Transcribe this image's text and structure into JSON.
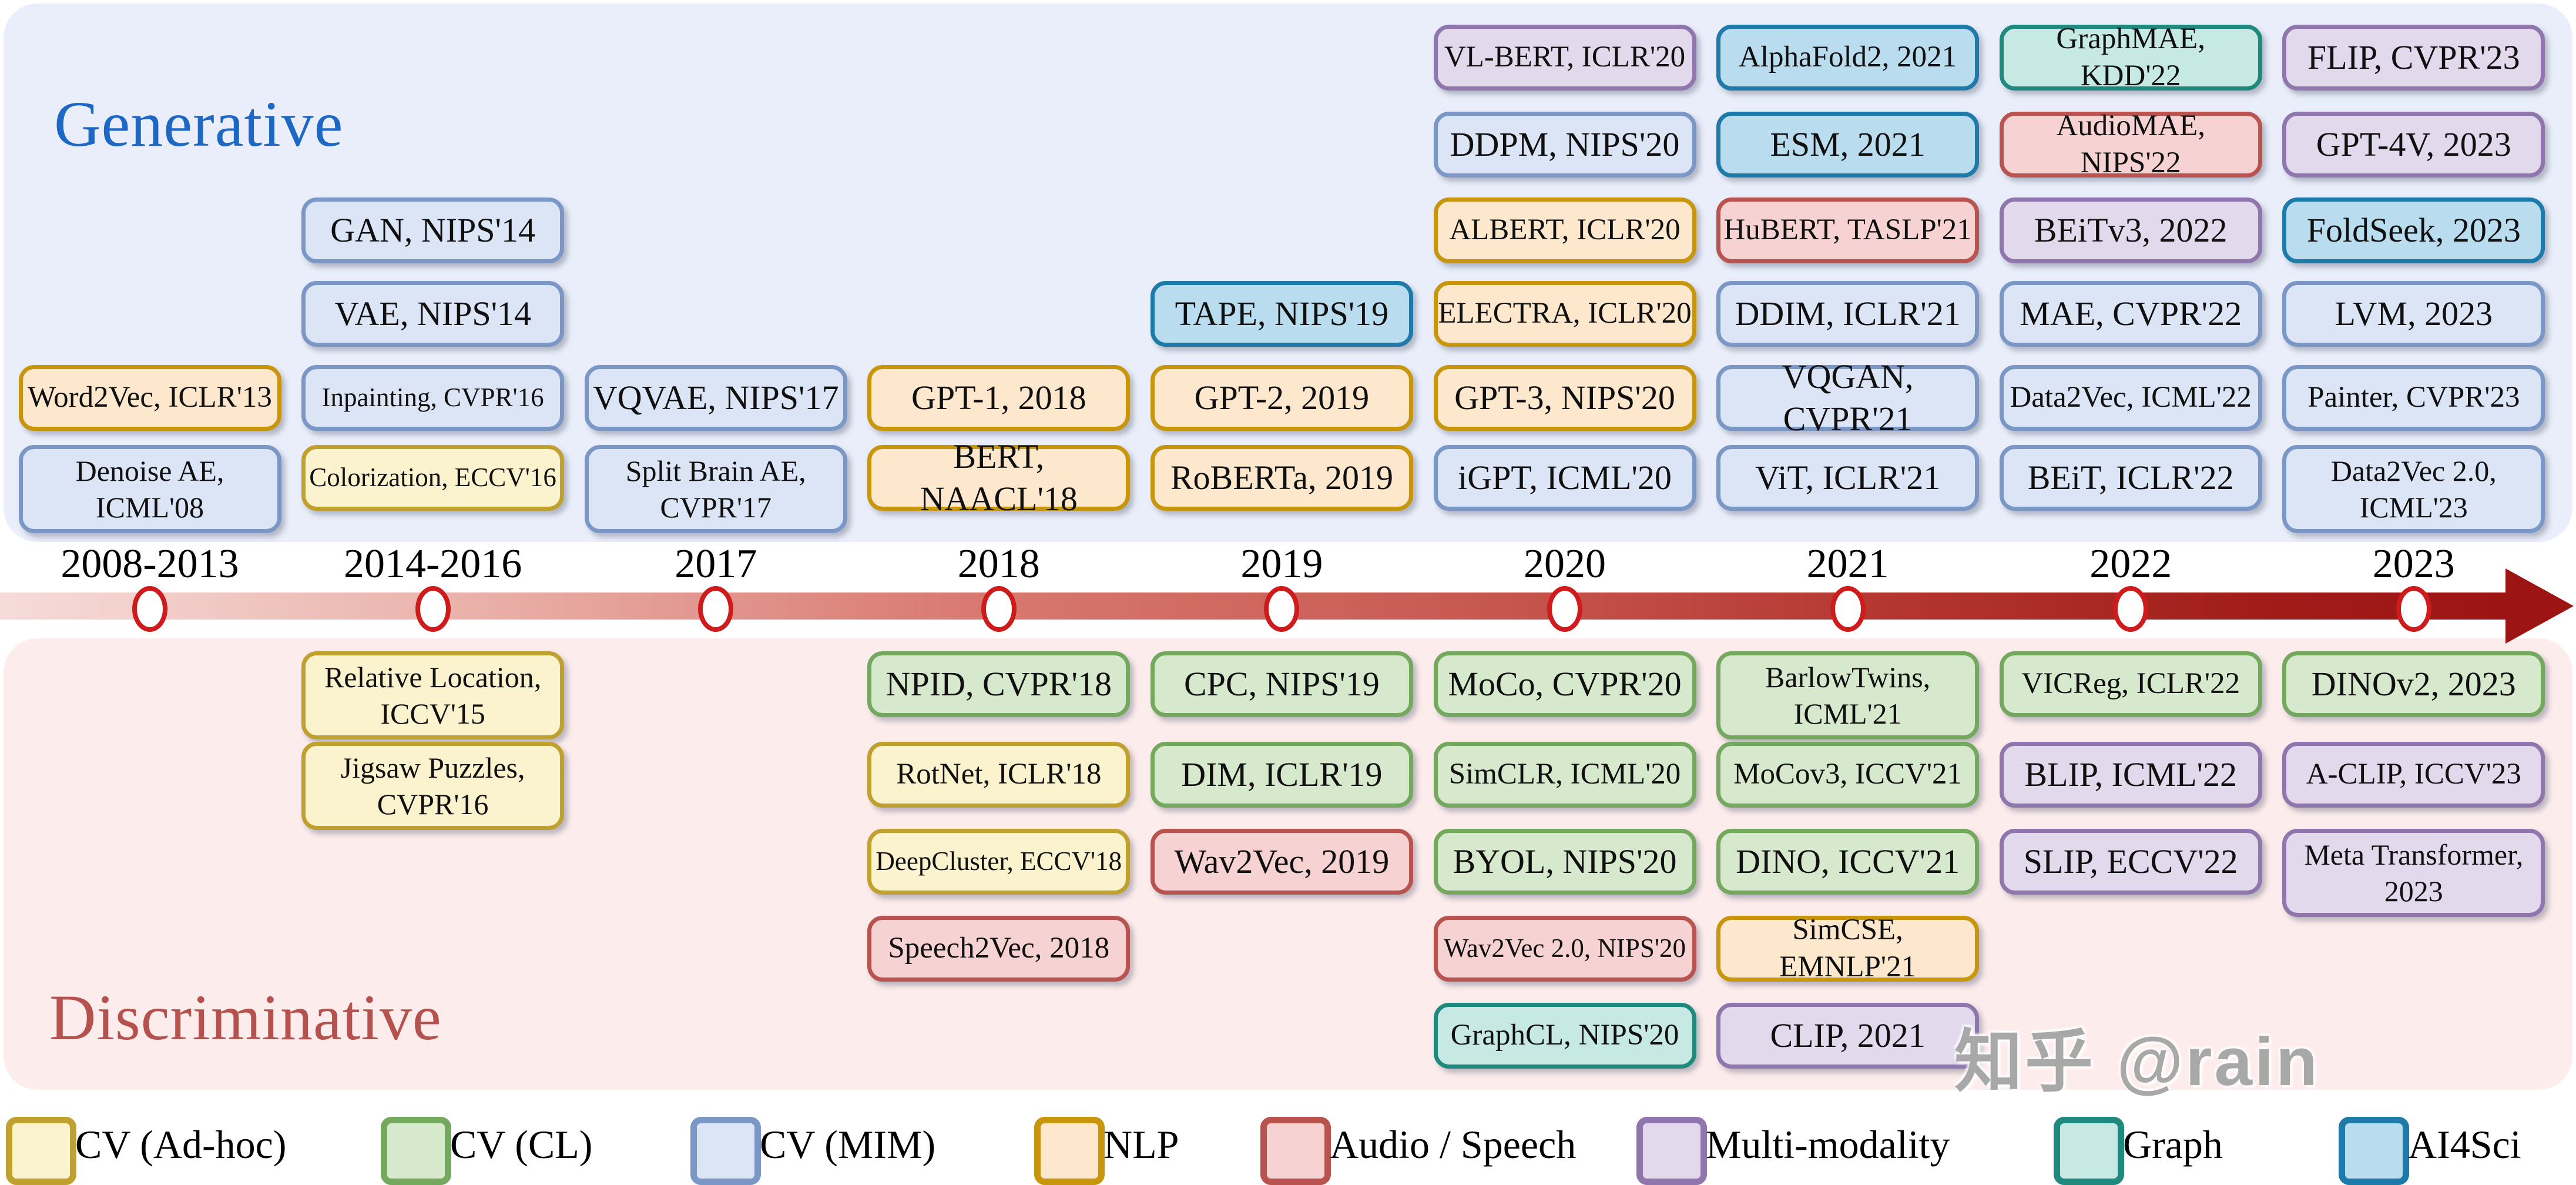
{
  "titles": {
    "generative": "Generative",
    "discriminative": "Discriminative"
  },
  "watermark": "知乎 @rain",
  "timeline": {
    "years": [
      "2008-2013",
      "2014-2016",
      "2017",
      "2018",
      "2019",
      "2020",
      "2021",
      "2022",
      "2023"
    ],
    "band_gradient_start": "#f6dcd9",
    "band_gradient_end": "#9d1414",
    "tick_border_color": "#ce1c1c"
  },
  "colors": {
    "panel_top_bg": "#e9eefa",
    "panel_bottom_bg": "#fdecec",
    "generative_title": "#1e68c5",
    "discriminative_title": "#b5524d"
  },
  "categories": {
    "cv_adhoc": {
      "label": "CV (Ad-hoc)",
      "fill": "#fbf2ce",
      "border": "#c0a130"
    },
    "cv_cl": {
      "label": "CV (CL)",
      "fill": "#d7e9cd",
      "border": "#74a85e"
    },
    "cv_mim": {
      "label": "CV (MIM)",
      "fill": "#dbe5f6",
      "border": "#7b97c6"
    },
    "nlp": {
      "label": "NLP",
      "fill": "#fde8cd",
      "border": "#c8960c"
    },
    "audio": {
      "label": "Audio / Speech",
      "fill": "#f6d3d2",
      "border": "#b9534f"
    },
    "multimodal": {
      "label": "Multi-modality",
      "fill": "#e3d9ec",
      "border": "#8f76ad"
    },
    "graph": {
      "label": "Graph",
      "fill": "#c6e9e3",
      "border": "#20897e"
    },
    "ai4sci": {
      "label": "AI4Sci",
      "fill": "#b9ddef",
      "border": "#1d7aa9"
    }
  },
  "legend_order": [
    "cv_adhoc",
    "cv_cl",
    "cv_mim",
    "nlp",
    "audio",
    "multimodal",
    "graph",
    "ai4sci"
  ],
  "boxes": {
    "top": [
      {
        "label": "Word2Vec, ICLR'13",
        "col": 0,
        "row": 4,
        "cat": "nlp"
      },
      {
        "lines": [
          "Denoise AE,",
          "ICML'08"
        ],
        "col": 0,
        "row": 5,
        "cat": "cv_mim",
        "tall": true
      },
      {
        "label": "GAN, NIPS'14",
        "col": 1,
        "row": 2,
        "cat": "cv_mim"
      },
      {
        "label": "VAE, NIPS'14",
        "col": 1,
        "row": 3,
        "cat": "cv_mim"
      },
      {
        "label": "Inpainting, CVPR'16",
        "col": 1,
        "row": 4,
        "cat": "cv_mim"
      },
      {
        "label": "Colorization, ECCV'16",
        "col": 1,
        "row": 5,
        "cat": "cv_adhoc"
      },
      {
        "label": "VQVAE, NIPS'17",
        "col": 2,
        "row": 4,
        "cat": "cv_mim"
      },
      {
        "lines": [
          "Split Brain AE,",
          "CVPR'17"
        ],
        "col": 2,
        "row": 5,
        "cat": "cv_mim",
        "tall": true
      },
      {
        "label": "GPT-1, 2018",
        "col": 3,
        "row": 4,
        "cat": "nlp"
      },
      {
        "label": "BERT, NAACL'18",
        "col": 3,
        "row": 5,
        "cat": "nlp"
      },
      {
        "label": "TAPE, NIPS'19",
        "col": 4,
        "row": 3,
        "cat": "ai4sci"
      },
      {
        "label": "GPT-2, 2019",
        "col": 4,
        "row": 4,
        "cat": "nlp"
      },
      {
        "label": "RoBERTa, 2019",
        "col": 4,
        "row": 5,
        "cat": "nlp"
      },
      {
        "label": "VL-BERT, ICLR'20",
        "col": 5,
        "row": 0,
        "cat": "multimodal"
      },
      {
        "label": "DDPM, NIPS'20",
        "col": 5,
        "row": 1,
        "cat": "cv_mim"
      },
      {
        "label": "ALBERT, ICLR'20",
        "col": 5,
        "row": 2,
        "cat": "nlp"
      },
      {
        "label": "ELECTRA, ICLR'20",
        "col": 5,
        "row": 3,
        "cat": "nlp"
      },
      {
        "label": "GPT-3, NIPS'20",
        "col": 5,
        "row": 4,
        "cat": "nlp"
      },
      {
        "label": "iGPT, ICML'20",
        "col": 5,
        "row": 5,
        "cat": "cv_mim"
      },
      {
        "label": "AlphaFold2, 2021",
        "col": 6,
        "row": 0,
        "cat": "ai4sci"
      },
      {
        "label": "ESM, 2021",
        "col": 6,
        "row": 1,
        "cat": "ai4sci"
      },
      {
        "label": "HuBERT, TASLP'21",
        "col": 6,
        "row": 2,
        "cat": "audio"
      },
      {
        "label": "DDIM, ICLR'21",
        "col": 6,
        "row": 3,
        "cat": "cv_mim"
      },
      {
        "label": "VQGAN, CVPR'21",
        "col": 6,
        "row": 4,
        "cat": "cv_mim"
      },
      {
        "label": "ViT, ICLR'21",
        "col": 6,
        "row": 5,
        "cat": "cv_mim"
      },
      {
        "label": "GraphMAE, KDD'22",
        "col": 7,
        "row": 0,
        "cat": "graph"
      },
      {
        "label": "AudioMAE, NIPS'22",
        "col": 7,
        "row": 1,
        "cat": "audio"
      },
      {
        "label": "BEiTv3, 2022",
        "col": 7,
        "row": 2,
        "cat": "multimodal"
      },
      {
        "label": "MAE, CVPR'22",
        "col": 7,
        "row": 3,
        "cat": "cv_mim"
      },
      {
        "label": "Data2Vec, ICML'22",
        "col": 7,
        "row": 4,
        "cat": "cv_mim"
      },
      {
        "label": "BEiT, ICLR'22",
        "col": 7,
        "row": 5,
        "cat": "cv_mim"
      },
      {
        "label": "FLIP, CVPR'23",
        "col": 8,
        "row": 0,
        "cat": "multimodal"
      },
      {
        "label": "GPT-4V, 2023",
        "col": 8,
        "row": 1,
        "cat": "multimodal"
      },
      {
        "label": "FoldSeek, 2023",
        "col": 8,
        "row": 2,
        "cat": "ai4sci"
      },
      {
        "label": "LVM, 2023",
        "col": 8,
        "row": 3,
        "cat": "cv_mim"
      },
      {
        "label": "Painter, CVPR'23",
        "col": 8,
        "row": 4,
        "cat": "cv_mim"
      },
      {
        "lines": [
          "Data2Vec 2.0,",
          "ICML'23"
        ],
        "col": 8,
        "row": 5,
        "cat": "cv_mim",
        "tall": true
      }
    ],
    "bottom": [
      {
        "lines": [
          "Relative Location,",
          "ICCV'15"
        ],
        "col": 1,
        "row": 0,
        "cat": "cv_adhoc",
        "tall": true
      },
      {
        "lines": [
          "Jigsaw Puzzles,",
          "CVPR'16"
        ],
        "col": 1,
        "row": 1,
        "cat": "cv_adhoc",
        "tall": true
      },
      {
        "label": "NPID, CVPR'18",
        "col": 3,
        "row": 0,
        "cat": "cv_cl"
      },
      {
        "label": "RotNet, ICLR'18",
        "col": 3,
        "row": 1,
        "cat": "cv_adhoc"
      },
      {
        "label": "DeepCluster, ECCV'18",
        "col": 3,
        "row": 2,
        "cat": "cv_adhoc"
      },
      {
        "label": "Speech2Vec, 2018",
        "col": 3,
        "row": 3,
        "cat": "audio"
      },
      {
        "label": "CPC, NIPS'19",
        "col": 4,
        "row": 0,
        "cat": "cv_cl"
      },
      {
        "label": "DIM, ICLR'19",
        "col": 4,
        "row": 1,
        "cat": "cv_cl"
      },
      {
        "label": "Wav2Vec, 2019",
        "col": 4,
        "row": 2,
        "cat": "audio"
      },
      {
        "label": "MoCo, CVPR'20",
        "col": 5,
        "row": 0,
        "cat": "cv_cl"
      },
      {
        "label": "SimCLR, ICML'20",
        "col": 5,
        "row": 1,
        "cat": "cv_cl"
      },
      {
        "label": "BYOL, NIPS'20",
        "col": 5,
        "row": 2,
        "cat": "cv_cl"
      },
      {
        "label": "Wav2Vec 2.0, NIPS'20",
        "col": 5,
        "row": 3,
        "cat": "audio"
      },
      {
        "label": "GraphCL, NIPS'20",
        "col": 5,
        "row": 4,
        "cat": "graph"
      },
      {
        "lines": [
          "BarlowTwins,",
          "ICML'21"
        ],
        "col": 6,
        "row": 0,
        "cat": "cv_cl",
        "tall": true
      },
      {
        "label": "MoCov3, ICCV'21",
        "col": 6,
        "row": 1,
        "cat": "cv_cl"
      },
      {
        "label": "DINO, ICCV'21",
        "col": 6,
        "row": 2,
        "cat": "cv_cl"
      },
      {
        "label": "SimCSE, EMNLP'21",
        "col": 6,
        "row": 3,
        "cat": "nlp"
      },
      {
        "label": "CLIP, 2021",
        "col": 6,
        "row": 4,
        "cat": "multimodal"
      },
      {
        "label": "VICReg, ICLR'22",
        "col": 7,
        "row": 0,
        "cat": "cv_cl"
      },
      {
        "label": "BLIP, ICML'22",
        "col": 7,
        "row": 1,
        "cat": "multimodal"
      },
      {
        "label": "SLIP, ECCV'22",
        "col": 7,
        "row": 2,
        "cat": "multimodal"
      },
      {
        "label": "DINOv2, 2023",
        "col": 8,
        "row": 0,
        "cat": "cv_cl"
      },
      {
        "label": "A-CLIP, ICCV'23",
        "col": 8,
        "row": 1,
        "cat": "multimodal"
      },
      {
        "lines": [
          "Meta Transformer,",
          "2023"
        ],
        "col": 8,
        "row": 2,
        "cat": "multimodal",
        "tall": true
      }
    ]
  }
}
